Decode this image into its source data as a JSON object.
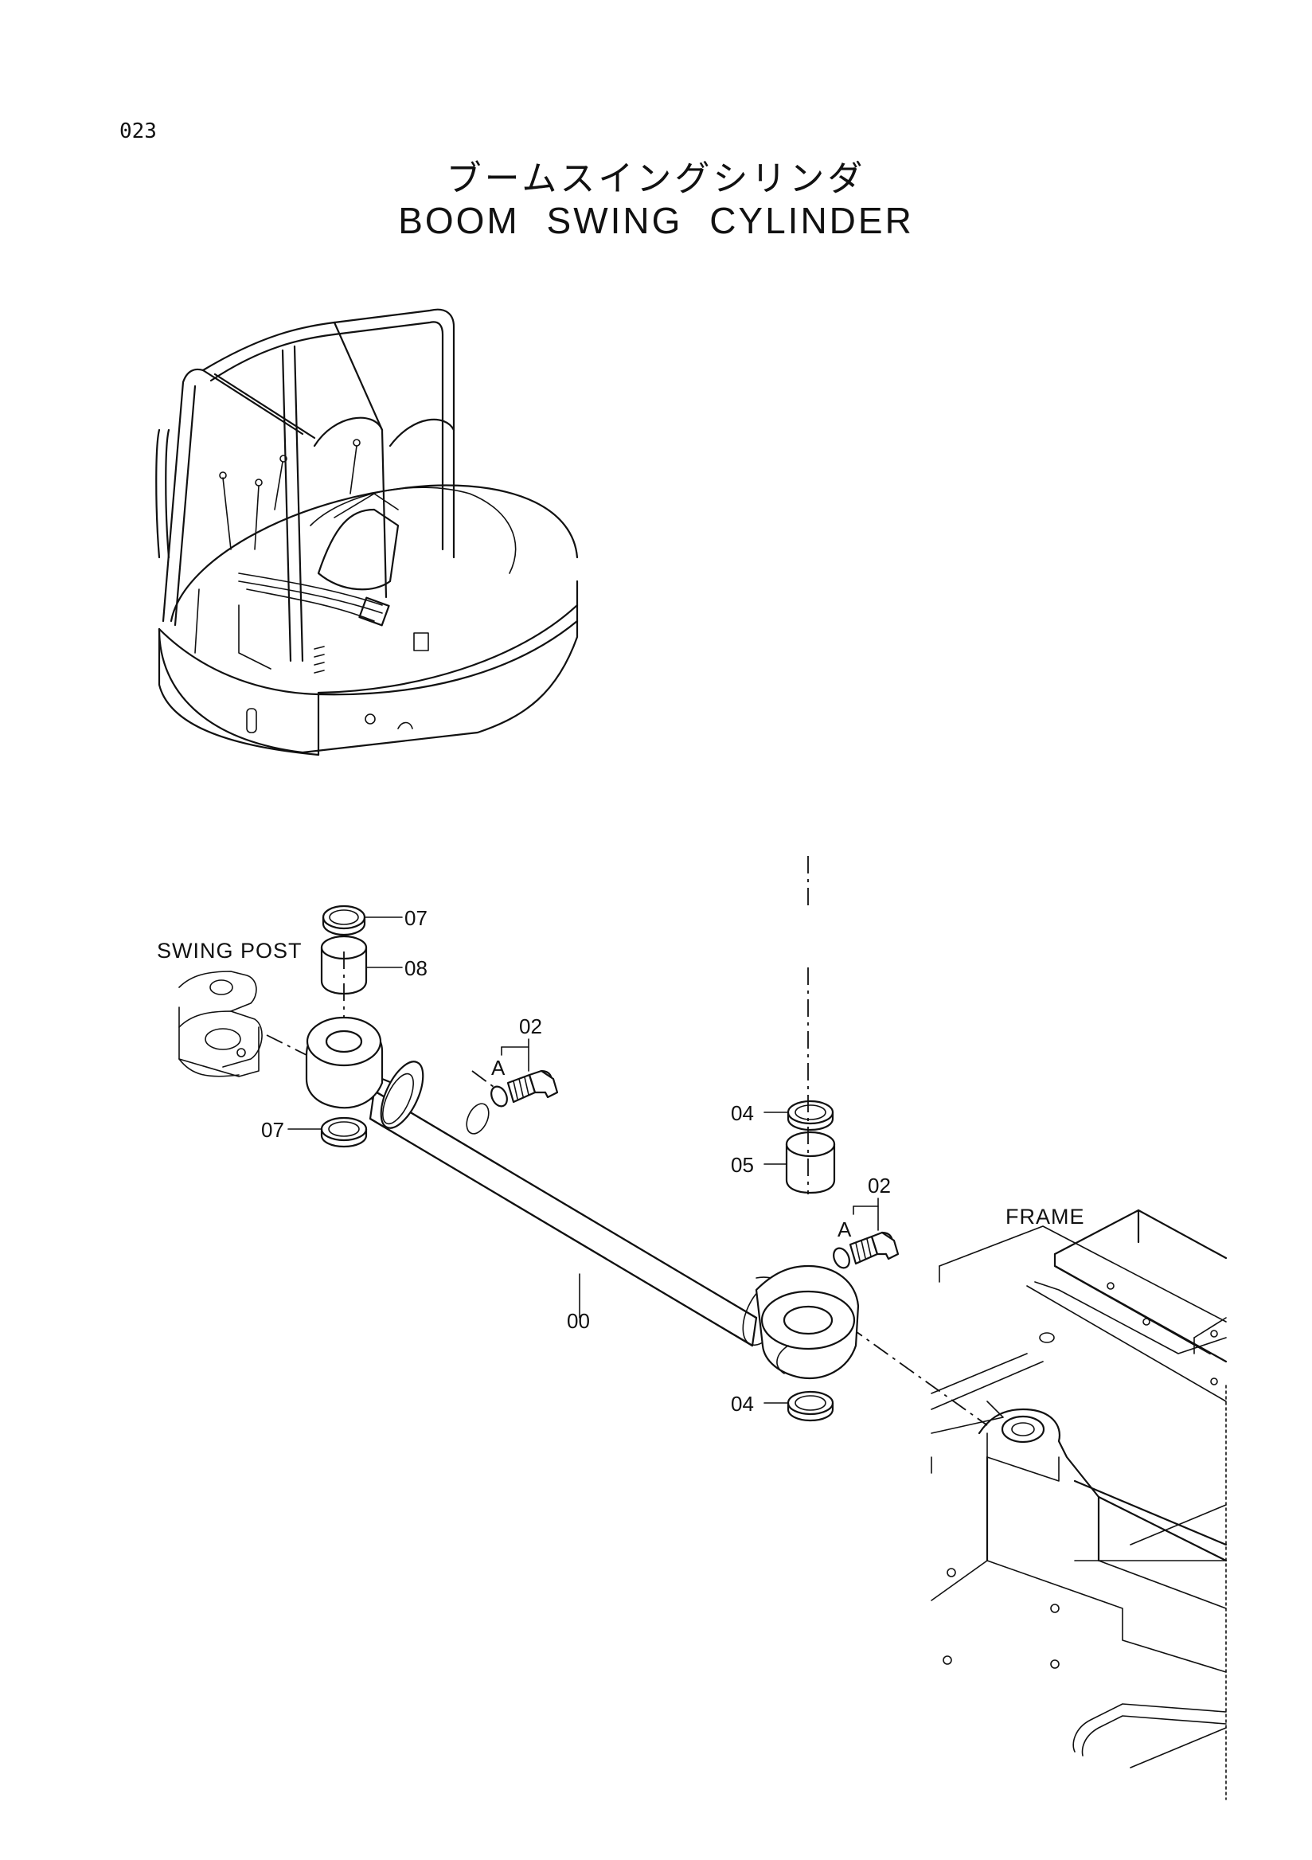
{
  "page": {
    "number": "023",
    "title_jp": "ブームスイングシリンダ",
    "title_en": "BOOM SWING CYLINDER"
  },
  "diagram": {
    "context_labels": {
      "swing_post": "SWING POST",
      "frame": "FRAME"
    },
    "callouts": {
      "c07_top": "07",
      "c08": "08",
      "c07_bottom": "07",
      "c02_left": "02",
      "a_left": "A",
      "c04_top": "04",
      "c05": "05",
      "c02_right": "02",
      "a_right": "A",
      "c00": "00",
      "c04_bottom": "04"
    }
  }
}
